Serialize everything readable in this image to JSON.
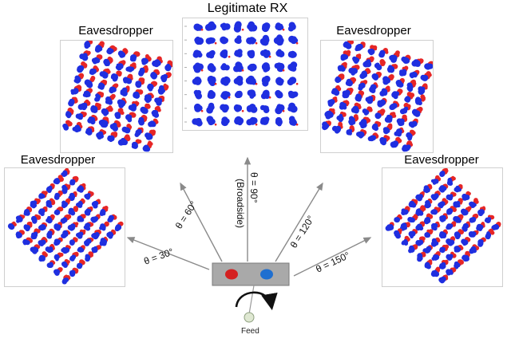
{
  "titles": {
    "center": "Legitimate RX",
    "top_left": "Eavesdropper",
    "top_right": "Eavesdropper",
    "left": "Eavesdropper",
    "right": "Eavesdropper"
  },
  "angles": {
    "a30": "θ = 30°",
    "a60": "θ = 60°",
    "a90": "θ = 90°",
    "a90_note": "(Broadside)",
    "a120": "θ = 120°",
    "a150": "θ = 150°"
  },
  "feed_label": "Feed",
  "colors": {
    "symbol_blue": "#1f2fe0",
    "symbol_red": "#e62626",
    "arrow": "#8a8a8a",
    "antenna_body": "#a9a9a9",
    "element_red": "#d42020",
    "element_blue": "#1f6fd0",
    "feed_fill": "#dfe8d2"
  },
  "constellations": {
    "legitimate": {
      "grid": "8x8",
      "rotation_deg": 0,
      "mixing": "blue-dominant"
    },
    "eavesdropper_60": {
      "grid": "8x8",
      "rotation_deg": 15,
      "mixing": "red-blue interleaved"
    },
    "eavesdropper_120": {
      "grid": "8x8",
      "rotation_deg": 15,
      "mixing": "red-blue interleaved"
    },
    "eavesdropper_30": {
      "grid": "8x8",
      "rotation_deg": 45,
      "mixing": "red-blue interleaved"
    },
    "eavesdropper_150": {
      "grid": "8x8",
      "rotation_deg": 45,
      "mixing": "red-blue interleaved"
    }
  }
}
